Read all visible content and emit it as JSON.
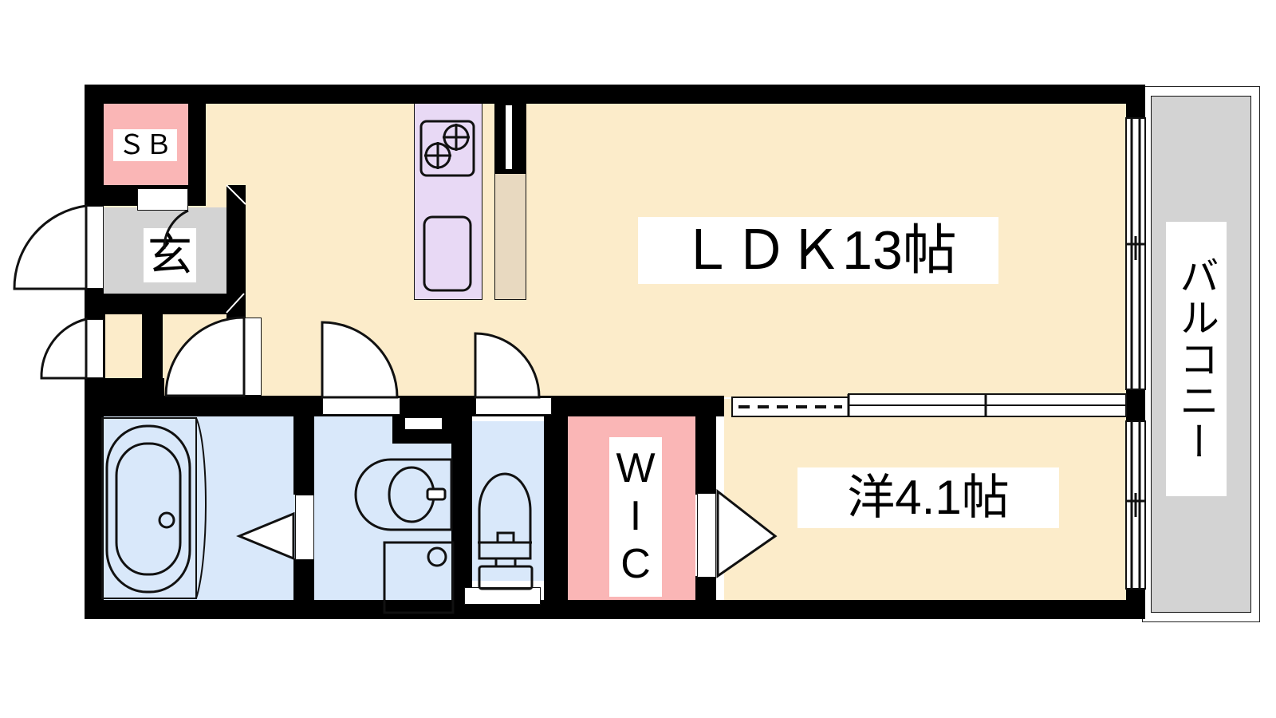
{
  "plan": {
    "type": "japanese-apartment-floor-plan",
    "unit_layout": "1LDK",
    "background_color": "#ffffff",
    "wall_color": "#000000"
  },
  "colors": {
    "ldk_floor": "#fcecca",
    "closet_pink": "#fab6b6",
    "entrance_gray": "#d3d3d3",
    "water_area_blue": "#d9e8fa",
    "kitchen_purple": "#e8d9f5",
    "counter_tan": "#e8d9c0",
    "balcony_gray": "#d3d3d3"
  },
  "rooms": {
    "ldk": {
      "label": "ＬＤＫ13帖",
      "name": "living-dining-kitchen",
      "size_jo": 13
    },
    "western_room": {
      "label": "洋4.1帖",
      "name": "western-style-room",
      "size_jo": 4.1
    },
    "walk_in_closet": {
      "label": "WIC",
      "name": "walk-in-closet"
    },
    "shoe_box": {
      "label": "ＳＢ",
      "name": "shoe-box"
    },
    "entrance": {
      "label": "玄",
      "name": "genkan-entrance"
    },
    "balcony": {
      "label": "バルコニー",
      "name": "balcony"
    }
  },
  "fixtures": {
    "bathtub": "bathtub-icon",
    "stove": "gas-stove-icon",
    "sink": "kitchen-sink-icon",
    "vanity_basin": "vanity-basin-icon",
    "washing_machine": "washing-machine-pan-icon",
    "toilet": "toilet-icon",
    "kitchen_counter": "kitchen-counter-icon"
  },
  "openings": {
    "entrance_door": "hinged-door-entrance",
    "meter_box_door": "hinged-door-meter-box",
    "ldk_door": "hinged-door-ldk",
    "washroom_door": "hinged-door-washroom",
    "toilet_door": "hinged-door-toilet",
    "bath_sliding_door": "sliding-door-bathroom",
    "wic_sliding_door": "sliding-door-wic",
    "balcony_sliding_window_upper": "sliding-glass-door-ldk",
    "balcony_sliding_window_lower": "sliding-glass-door-western-room",
    "room_partition": "sliding-partition-ldk-to-western-room"
  }
}
